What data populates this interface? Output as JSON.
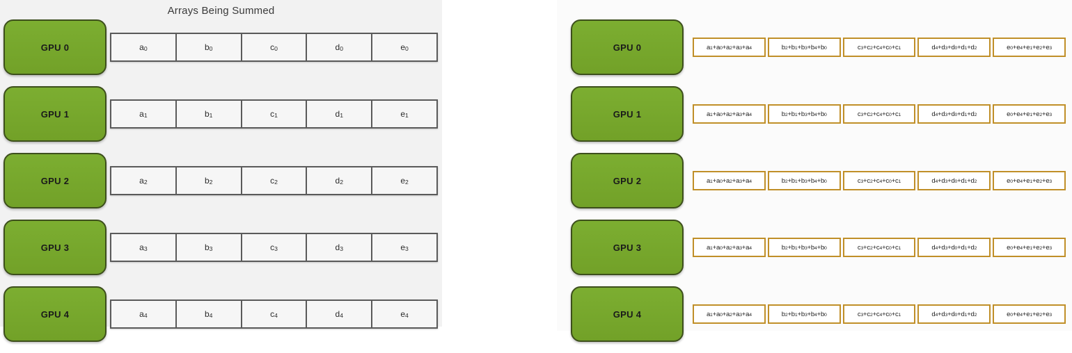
{
  "left_panel": {
    "title": "Arrays Being Summed",
    "gpus": [
      "GPU 0",
      "GPU 1",
      "GPU 2",
      "GPU 3",
      "GPU 4"
    ],
    "array_rows": [
      [
        "a0",
        "b0",
        "c0",
        "d0",
        "e0"
      ],
      [
        "a1",
        "b1",
        "c1",
        "d1",
        "e1"
      ],
      [
        "a2",
        "b2",
        "c2",
        "d2",
        "e2"
      ],
      [
        "a3",
        "b3",
        "c3",
        "d3",
        "e3"
      ],
      [
        "a4",
        "b4",
        "c4",
        "d4",
        "e4"
      ]
    ],
    "background_color": "#f2f2f2"
  },
  "right_panel": {
    "gpus": [
      "GPU 0",
      "GPU 1",
      "GPU 2",
      "GPU 3",
      "GPU 4"
    ],
    "sum_rows": [
      [
        "a1+a0+a2+a3+a4",
        "b2+b1+b3+b4+b0",
        "c3+c2+c4+c0+c1",
        "d4+d3+d0+d1+d2",
        "e0+e4+e1+e2+e3"
      ],
      [
        "a1+a0+a2+a3+a4",
        "b2+b1+b3+b4+b0",
        "c3+c2+c4+c0+c1",
        "d4+d3+d0+d1+d2",
        "e0+e4+e1+e2+e3"
      ],
      [
        "a1+a0+a2+a3+a4",
        "b2+b1+b3+b4+b0",
        "c3+c2+c4+c0+c1",
        "d4+d3+d0+d1+d2",
        "e0+e4+e1+e2+e3"
      ],
      [
        "a1+a0+a2+a3+a4",
        "b2+b1+b3+b4+b0",
        "c3+c2+c4+c0+c1",
        "d4+d3+d0+d1+d2",
        "e0+e4+e1+e2+e3"
      ],
      [
        "a1+a0+a2+a3+a4",
        "b2+b1+b3+b4+b0",
        "c3+c2+c4+c0+c1",
        "d4+d3+d0+d1+d2",
        "e0+e4+e1+e2+e3"
      ]
    ],
    "background_color": "#fbfbfb"
  },
  "colors": {
    "gpu_green": "#76a82c",
    "gpu_border": "#3d4f1c",
    "cell_border": "#5a5a5a",
    "sum_border": "#c08f28",
    "title_text": "#3a3a3a"
  }
}
